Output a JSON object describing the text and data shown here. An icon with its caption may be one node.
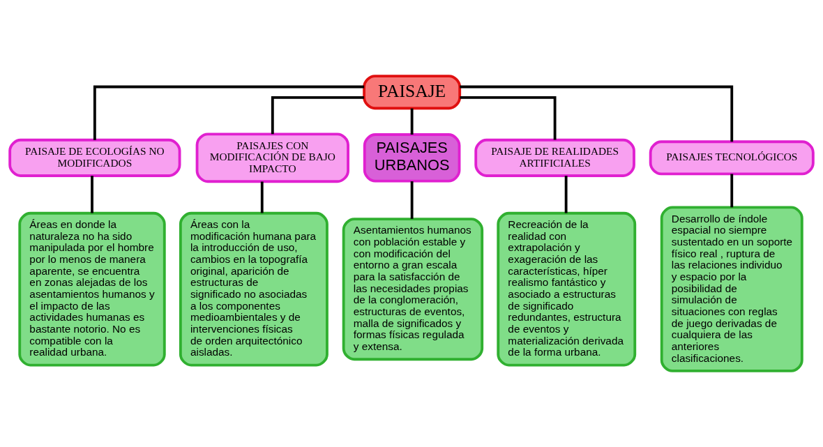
{
  "diagram": {
    "nodes": [
      {
        "text": [
          "PAISAJE"
        ]
      },
      {
        "text": [
          "PAISAJE DE ECOLOGÍAS NO MODIFICADOS"
        ]
      },
      {
        "text": [
          "PAISAJES CON MODIFICACIÓN DE BAJO IMPACTO"
        ]
      },
      {
        "text": [
          "PAISAJES URBANOS"
        ]
      },
      {
        "text": [
          "PAISAJE DE REALIDADES ARTIFICIALES"
        ]
      },
      {
        "text": [
          "PAISAJES TECNOLÓGICOS"
        ]
      },
      {
        "text": [
          "Áreas en donde la naturaleza no ha sido manipulada por el hombre por lo menos de manera aparente, se encuentra en zonas alejadas de los asentamientos humanos y el impacto de las actividades humanas es bastante notorio. No es compatible con la realidad urbana."
        ]
      },
      {
        "text": [
          "Áreas con la modificación humana para la introducción de uso, cambios en la topografía original, aparición de estructuras de significado no asociadas a los componentes medioambientales y de intervenciones físicas de orden arquitectónico aisladas."
        ]
      },
      {
        "text": [
          "Asentamientos humanos con población estable y con modificación del entorno a gran escala para la satisfacción de las necesidades propias de la conglomeración, estructuras de eventos, malla de significados y formas físicas regulada y extensa."
        ]
      },
      {
        "text": [
          "Recreación de la realidad con extrapolación y exageración de las características, híper realismo fantástico y asociado a estructuras de significado redundantes, estructura de eventos y materialización derivada de la forma urbana."
        ]
      },
      {
        "text": [
          "Desarrollo de índole espacial no siempre sustentado en un soporte físico real , ruptura de las relaciones individuo y espacio por la posibilidad de simulación de situaciones con reglas de juego derivadas de cualquiera de las anteriores clasificaciones."
        ]
      }
    ],
    "edges": [
      {
        "from": 0,
        "to": 1,
        "arrow": "none"
      },
      {
        "from": 0,
        "to": 2,
        "arrow": "none"
      },
      {
        "from": 0,
        "to": 3,
        "arrow": "none"
      },
      {
        "from": 0,
        "to": 4,
        "arrow": "none"
      },
      {
        "from": 0,
        "to": 5,
        "arrow": "none"
      },
      {
        "from": 1,
        "to": 6,
        "arrow": "none"
      },
      {
        "from": 2,
        "to": 7,
        "arrow": "none"
      },
      {
        "from": 3,
        "to": 8,
        "arrow": "none"
      },
      {
        "from": 4,
        "to": 9,
        "arrow": "none"
      },
      {
        "from": 5,
        "to": 10,
        "arrow": "none"
      }
    ]
  }
}
